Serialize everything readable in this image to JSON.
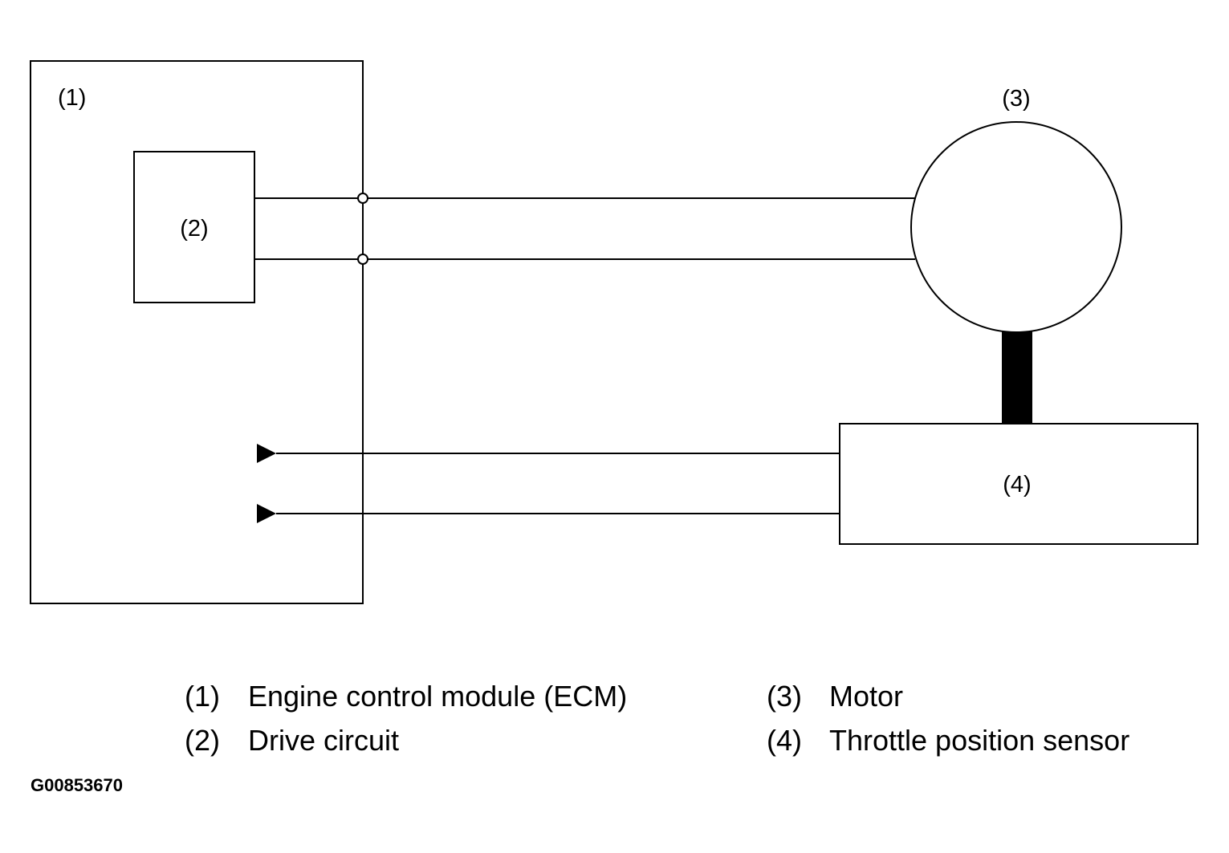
{
  "callouts": {
    "ecm": "(1)",
    "drive_circuit": "(2)",
    "motor": "(3)",
    "tps": "(4)"
  },
  "legend": {
    "items": [
      {
        "number": "(1)",
        "label": "Engine control module (ECM)"
      },
      {
        "number": "(2)",
        "label": "Drive circuit"
      },
      {
        "number": "(3)",
        "label": "Motor"
      },
      {
        "number": "(4)",
        "label": "Throttle position sensor"
      }
    ]
  },
  "figure_id": "G00853670",
  "colors": {
    "line": "#000000",
    "background": "#ffffff"
  }
}
